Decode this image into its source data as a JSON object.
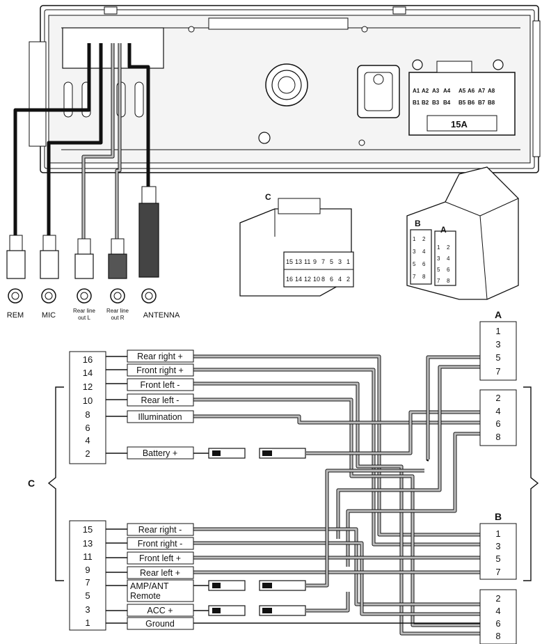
{
  "head_unit": {
    "fuse_label": "15A",
    "pin_row_a": [
      "A1",
      "A2",
      "A3",
      "A4",
      "A5",
      "A6",
      "A7",
      "A8"
    ],
    "pin_row_b": [
      "B1",
      "B2",
      "B3",
      "B4",
      "B5",
      "B6",
      "B7",
      "B8"
    ]
  },
  "cables": [
    {
      "label": "REM"
    },
    {
      "label": "MIC"
    },
    {
      "label": "Rear line out L"
    },
    {
      "label": "Rear line out R"
    },
    {
      "label": "ANTENNA"
    }
  ],
  "connectors": {
    "c_label": "C",
    "c_pins_top": [
      "15",
      "13",
      "11",
      "9",
      "7",
      "5",
      "3",
      "1"
    ],
    "c_pins_bottom": [
      "16",
      "14",
      "12",
      "10",
      "8",
      "6",
      "4",
      "2"
    ],
    "iso_b_label": "B",
    "iso_a_label": "A",
    "iso_b_pins": [
      "1",
      "2",
      "3",
      "4",
      "5",
      "6",
      "7",
      "8"
    ],
    "iso_a_pins": [
      "1",
      "2",
      "3",
      "4",
      "5",
      "6",
      "7",
      "8"
    ]
  },
  "wiring": {
    "group_c_label": "C",
    "c_upper_pins": [
      "16",
      "14",
      "12",
      "10",
      "8",
      "6",
      "4",
      "2"
    ],
    "c_lower_pins": [
      "15",
      "13",
      "11",
      "9",
      "7",
      "5",
      "3",
      "1"
    ],
    "upper_wires": [
      "Rear right +",
      "Front right +",
      "Front left -",
      "Rear left -",
      "Illumination",
      "Battery +"
    ],
    "lower_wires": [
      "Rear right -",
      "Front right -",
      "Front left +",
      "Rear left +",
      "AMP/ANT",
      "Remote",
      "ACC +",
      "Ground"
    ],
    "a_title": "A",
    "a_odd": [
      "1",
      "3",
      "5",
      "7"
    ],
    "a_even": [
      "2",
      "4",
      "6",
      "8"
    ],
    "b_title": "B",
    "b_odd": [
      "1",
      "3",
      "5",
      "7"
    ],
    "b_even": [
      "2",
      "4",
      "6",
      "8"
    ]
  }
}
